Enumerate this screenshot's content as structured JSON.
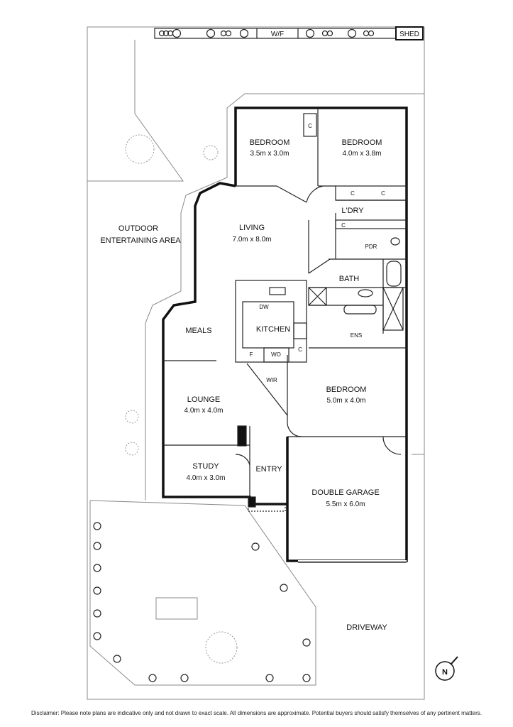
{
  "site": {
    "fence_label": "W/F",
    "shed_label": "SHED",
    "outdoor_label_line1": "OUTDOOR",
    "outdoor_label_line2": "ENTERTAINING AREA",
    "driveway_label": "DRIVEWAY",
    "north_label": "N"
  },
  "rooms": {
    "bedroom2": {
      "name": "BEDROOM",
      "size": "3.5m x 3.0m"
    },
    "bedroom3": {
      "name": "BEDROOM",
      "size": "4.0m x 3.8m"
    },
    "laundry": {
      "name": "L'DRY"
    },
    "pdr": {
      "name": "PDR"
    },
    "living": {
      "name": "LIVING",
      "size": "7.0m x 8.0m"
    },
    "bath": {
      "name": "BATH"
    },
    "meals": {
      "name": "MEALS"
    },
    "kitchen": {
      "name": "KITCHEN"
    },
    "ens": {
      "name": "ENS"
    },
    "wir": {
      "name": "WIR"
    },
    "master": {
      "name": "BEDROOM",
      "size": "5.0m x 4.0m"
    },
    "lounge": {
      "name": "LOUNGE",
      "size": "4.0m x 4.0m"
    },
    "study": {
      "name": "STUDY",
      "size": "4.0m x 3.0m"
    },
    "entry": {
      "name": "ENTRY"
    },
    "garage": {
      "name": "DOUBLE GARAGE",
      "size": "5.5m x 6.0m"
    }
  },
  "fixtures": {
    "cupboard": "C",
    "dishwasher": "DW",
    "fridge": "F",
    "wall_oven": "WO"
  },
  "disclaimer": "Disclaimer: Please note plans are indicative only and not drawn to exact scale. All dimensions are approximate. Potential buyers should satisfy themselves of any pertinent matters."
}
